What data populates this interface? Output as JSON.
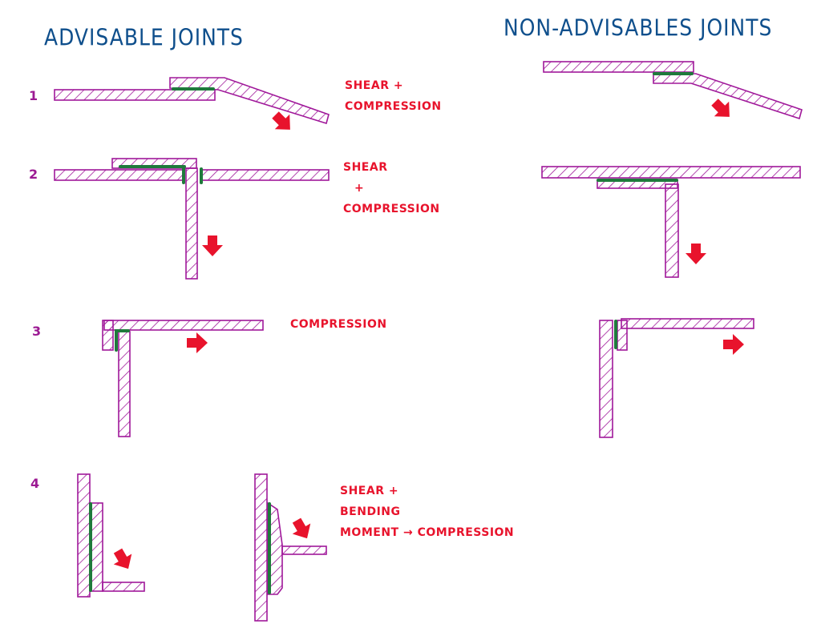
{
  "titles": {
    "advisable": "ADVISABLE JOINTS",
    "non_advisable": "NON-ADVISABLES JOINTS"
  },
  "rows": [
    {
      "number": "1",
      "label_lines": [
        "SHEAR +",
        "COMPRESSION"
      ]
    },
    {
      "number": "2",
      "label_lines": [
        "SHEAR",
        "+",
        "COMPRESSION"
      ]
    },
    {
      "number": "3",
      "label_lines": [
        "COMPRESSION"
      ]
    },
    {
      "number": "4",
      "label_lines": [
        "SHEAR +",
        "BENDING",
        "MOMENT → COMPRESSION"
      ]
    }
  ],
  "colors": {
    "plate": "#a0189a",
    "weld": "#1f7a3c",
    "force": "#e8132c",
    "title": "#0f4f8c"
  }
}
